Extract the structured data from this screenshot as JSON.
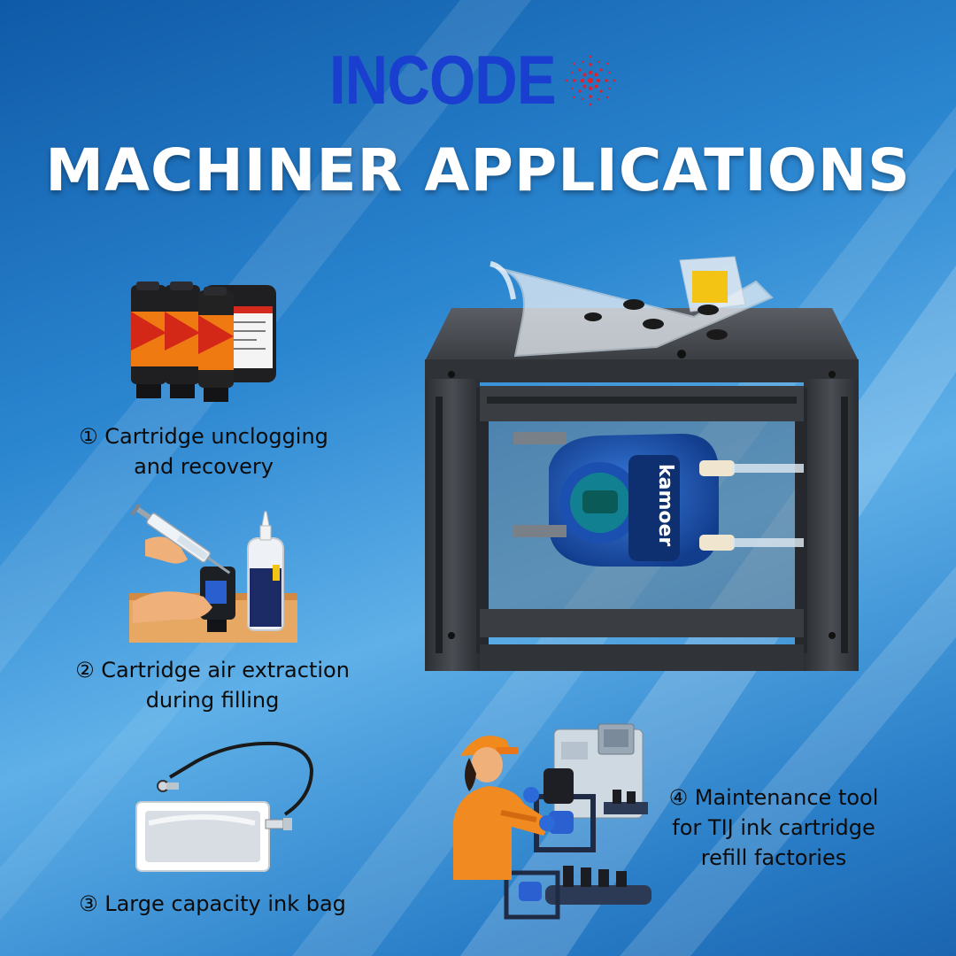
{
  "brand": {
    "name": "INCODE",
    "color": "#1a3fd0",
    "mark_color": "#e0202a"
  },
  "headline": "MACHINER APPLICATIONS",
  "device": {
    "pump_brand": "kamoer"
  },
  "applications": [
    {
      "line1": "① Cartridge unclogging",
      "line2": "and recovery",
      "icon": "ink-cartridges-icon"
    },
    {
      "line1": "② Cartridge air extraction",
      "line2": "during filling",
      "icon": "syringe-refill-icon"
    },
    {
      "line1": "③ Large capacity ink bag",
      "line2": "",
      "icon": "ink-bag-icon"
    },
    {
      "line1": "④ Maintenance tool",
      "line2": "for TIJ ink cartridge",
      "line3": "refill factories",
      "icon": "factory-worker-icon"
    }
  ]
}
